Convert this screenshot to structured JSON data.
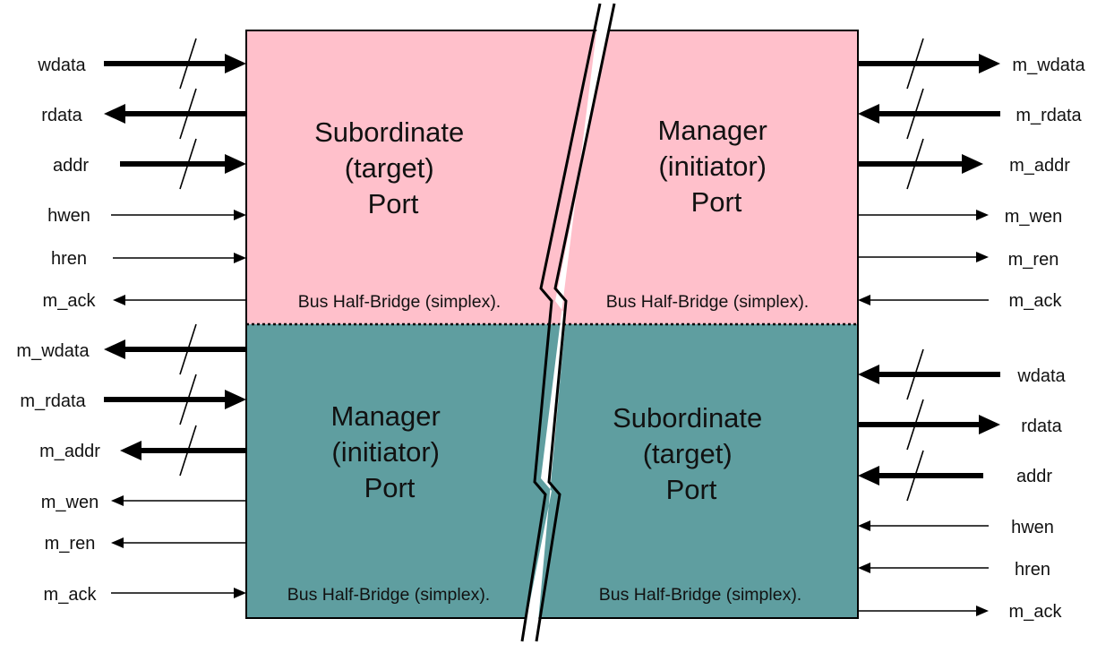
{
  "colors": {
    "top_fill": "#ffc0cb",
    "bottom_fill": "#5f9ea0",
    "line": "#000000"
  },
  "blocks": {
    "top_left": {
      "lines": [
        "Subordinate",
        "(target)",
        "Port"
      ],
      "caption": "Bus Half-Bridge (simplex)."
    },
    "top_right": {
      "lines": [
        "Manager",
        "(initiator)",
        "Port"
      ],
      "caption": "Bus Half-Bridge (simplex)."
    },
    "bottom_left": {
      "lines": [
        "Manager",
        "(initiator)",
        "Port"
      ],
      "caption": "Bus Half-Bridge (simplex)."
    },
    "bottom_right": {
      "lines": [
        "Subordinate",
        "(target)",
        "Port"
      ],
      "caption": "Bus Half-Bridge (simplex)."
    }
  },
  "signals": {
    "top_left": [
      {
        "name": "wdata",
        "dir": "in",
        "bus": true
      },
      {
        "name": "rdata",
        "dir": "out",
        "bus": true
      },
      {
        "name": "addr",
        "dir": "in",
        "bus": true
      },
      {
        "name": "hwen",
        "dir": "in",
        "bus": false
      },
      {
        "name": "hren",
        "dir": "in",
        "bus": false
      },
      {
        "name": "m_ack",
        "dir": "out",
        "bus": false
      }
    ],
    "bottom_left": [
      {
        "name": "m_wdata",
        "dir": "out",
        "bus": true
      },
      {
        "name": "m_rdata",
        "dir": "in",
        "bus": true
      },
      {
        "name": "m_addr",
        "dir": "out",
        "bus": true
      },
      {
        "name": "m_wen",
        "dir": "out",
        "bus": false
      },
      {
        "name": "m_ren",
        "dir": "out",
        "bus": false
      },
      {
        "name": "m_ack",
        "dir": "in",
        "bus": false
      }
    ],
    "top_right": [
      {
        "name": "m_wdata",
        "dir": "out",
        "bus": true
      },
      {
        "name": "m_rdata",
        "dir": "in",
        "bus": true
      },
      {
        "name": "m_addr",
        "dir": "out",
        "bus": true
      },
      {
        "name": "m_wen",
        "dir": "out",
        "bus": false
      },
      {
        "name": "m_ren",
        "dir": "out",
        "bus": false
      },
      {
        "name": "m_ack",
        "dir": "in",
        "bus": false
      }
    ],
    "bottom_right": [
      {
        "name": "wdata",
        "dir": "in",
        "bus": true
      },
      {
        "name": "rdata",
        "dir": "out",
        "bus": true
      },
      {
        "name": "addr",
        "dir": "in",
        "bus": true
      },
      {
        "name": "hwen",
        "dir": "in",
        "bus": false
      },
      {
        "name": "hren",
        "dir": "in",
        "bus": false
      },
      {
        "name": "m_ack",
        "dir": "out",
        "bus": false
      }
    ]
  }
}
